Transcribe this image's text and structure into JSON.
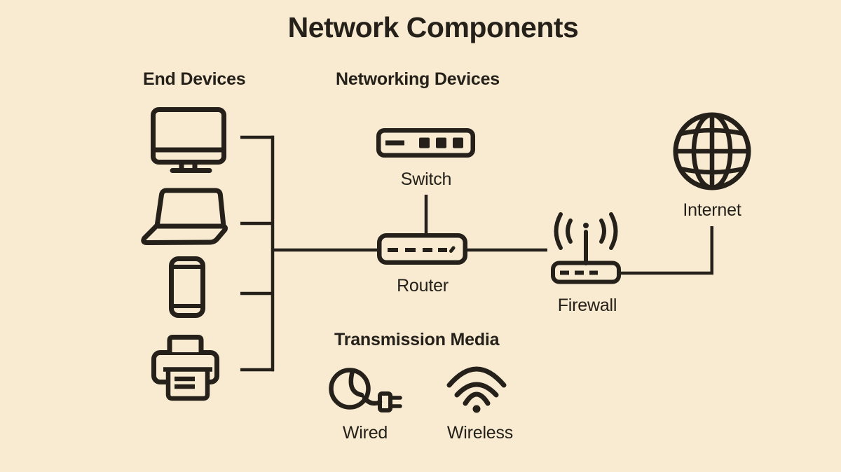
{
  "title": "Network Components",
  "colors": {
    "background": "#f8ebd1",
    "ink": "#25211a"
  },
  "sections": {
    "end_devices": {
      "heading": "End Devices",
      "devices": [
        "desktop-computer",
        "laptop",
        "smartphone",
        "printer"
      ]
    },
    "networking_devices": {
      "heading": "Networking Devices",
      "switch_label": "Switch",
      "router_label": "Router",
      "firewall_label": "Firewall"
    },
    "internet": {
      "label": "Internet"
    },
    "transmission_media": {
      "heading": "Transmission Media",
      "wired_label": "Wired",
      "wireless_label": "Wireless"
    }
  }
}
